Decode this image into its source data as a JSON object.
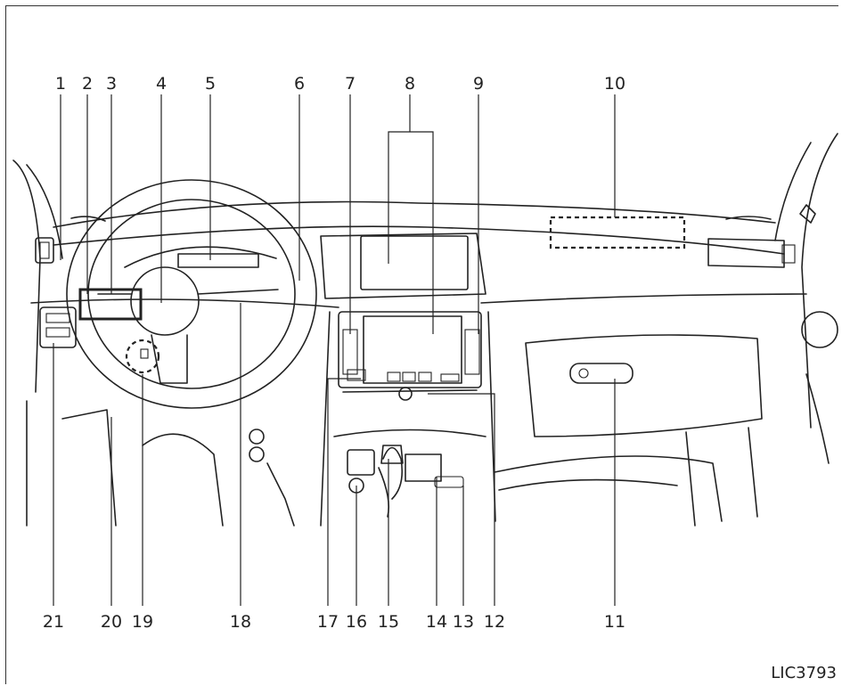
{
  "callouts": [
    {
      "n": "1"
    },
    {
      "n": "2"
    },
    {
      "n": "3"
    },
    {
      "n": "4"
    },
    {
      "n": "5"
    },
    {
      "n": "6"
    },
    {
      "n": "7"
    },
    {
      "n": "8"
    },
    {
      "n": "9"
    },
    {
      "n": "10"
    },
    {
      "n": "11"
    },
    {
      "n": "12"
    },
    {
      "n": "13"
    },
    {
      "n": "14"
    },
    {
      "n": "15"
    },
    {
      "n": "16"
    },
    {
      "n": "17"
    },
    {
      "n": "18"
    },
    {
      "n": "19"
    },
    {
      "n": "20"
    },
    {
      "n": "21"
    }
  ],
  "figure_code": "LIC3793"
}
